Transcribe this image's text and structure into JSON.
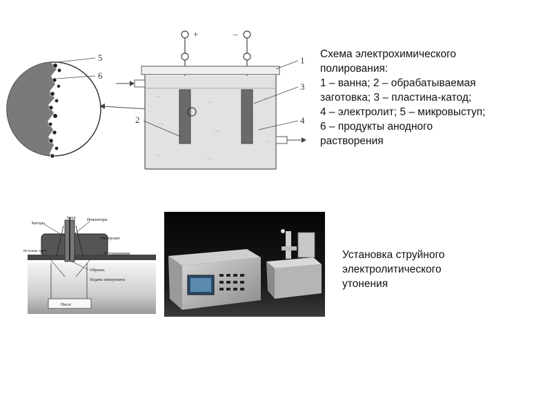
{
  "slide": {
    "figure1": {
      "caption_lines": [
        "Схема электрохимического",
        "полирования:",
        "1 – ванна;  2 – обрабатываемая",
        "заготовка;  3 – пластина-катод;",
        "4 – электролит; 5 – микровыступ;",
        "6 – продукты анодного",
        "растворения"
      ],
      "labels": {
        "plus": "+",
        "minus": "–",
        "n1": "1",
        "n2": "2",
        "n3": "3",
        "n4": "4",
        "n5": "5",
        "n6": "6"
      }
    },
    "figure2": {
      "caption_lines": [
        "Установка струйного",
        "электролитического",
        "утонения"
      ],
      "diagram_labels": {
        "anode": "Анод",
        "cathode": "Катоды",
        "injectors": "Инжекторы",
        "electrolyte": "Электролит",
        "light_source": "Источник света",
        "photodetector": "Фотоприемник",
        "sample": "Образец",
        "electrolyte_supply": "Подача электролита",
        "pump": "Насос"
      }
    }
  }
}
